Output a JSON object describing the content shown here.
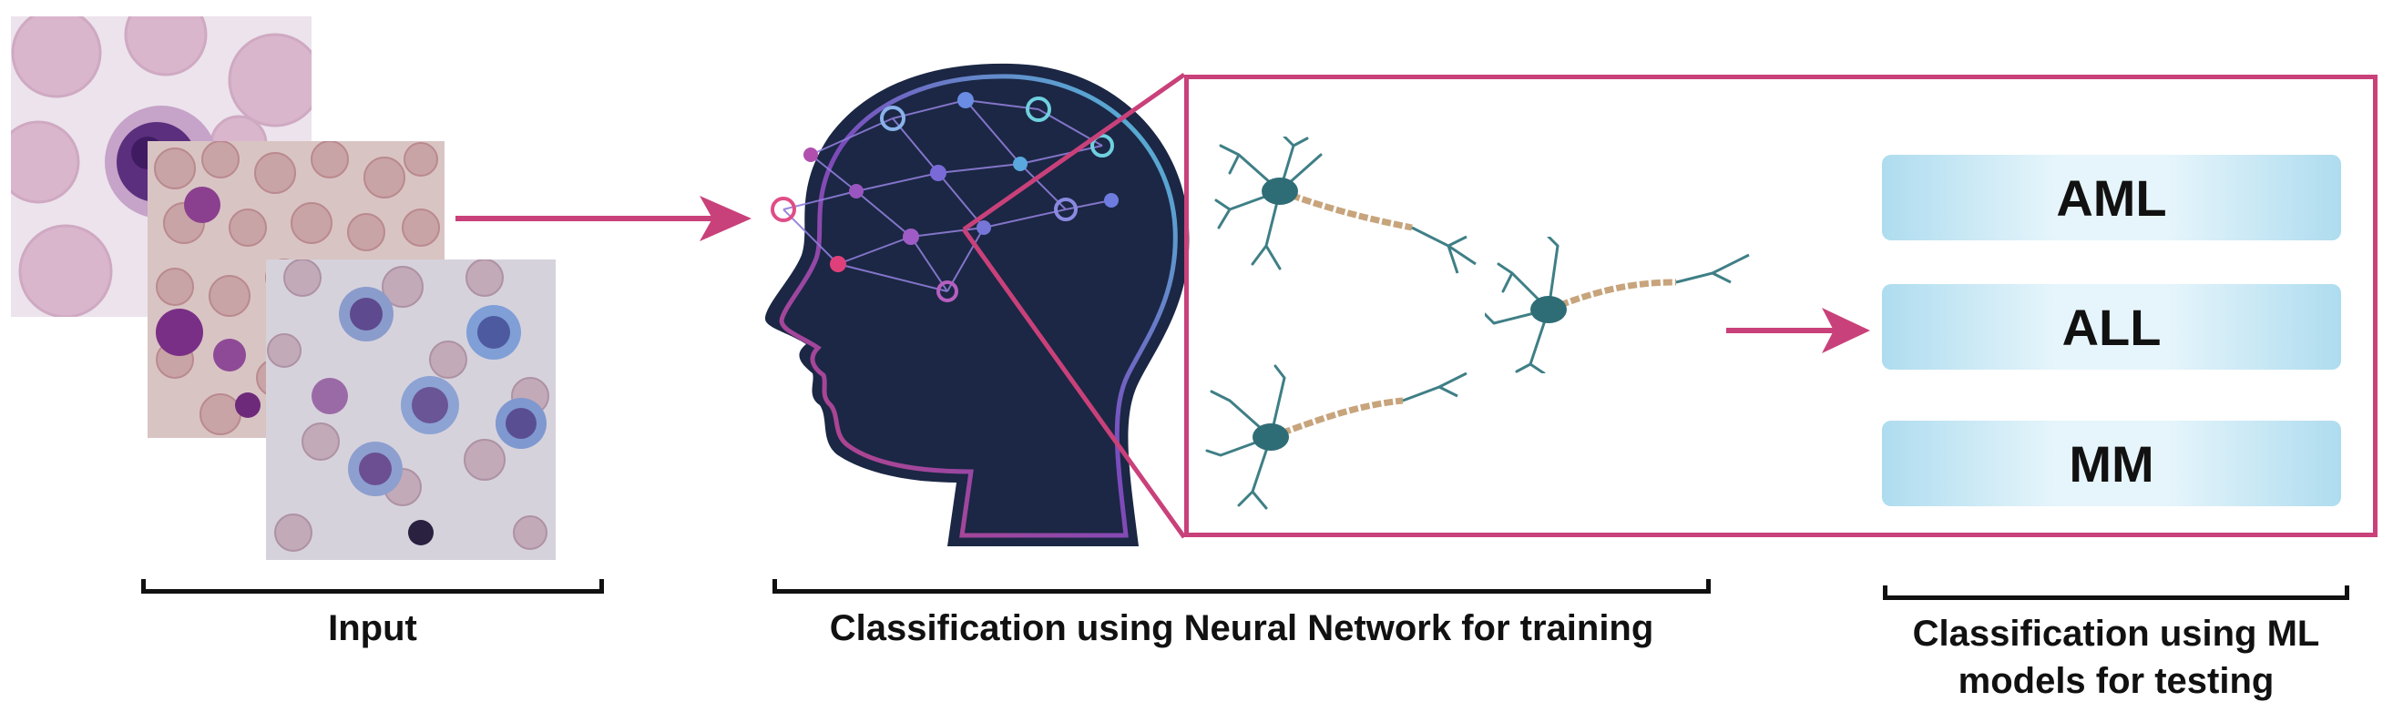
{
  "captions": {
    "input": "Input",
    "training": "Classification using Neural Network for training",
    "testing_line1": "Classification using ML",
    "testing_line2": "models for testing"
  },
  "classes": [
    "AML",
    "ALL",
    "MM"
  ],
  "colors": {
    "accent": "#c9417a",
    "head": "#1b2744",
    "class_box": "#aedcef",
    "text": "#111111"
  },
  "icons": [
    "microscope-image",
    "arrow-right",
    "brain-network-head",
    "neuron",
    "arrow-right"
  ]
}
